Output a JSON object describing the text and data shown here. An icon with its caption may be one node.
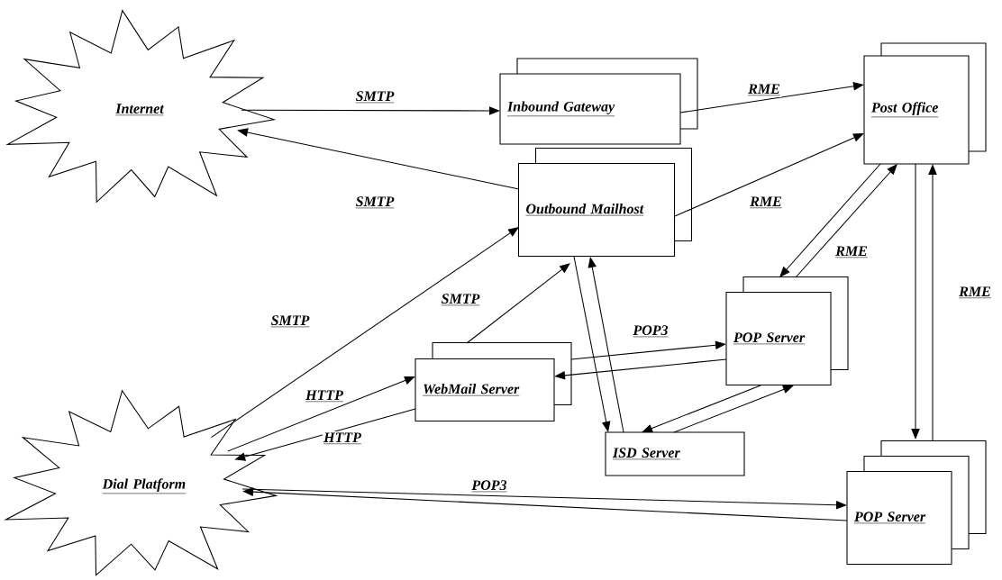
{
  "diagram": {
    "nodes": [
      {
        "text": [
          "Internet"
        ]
      },
      {
        "text": [
          "Inbound Gateway"
        ]
      },
      {
        "text": [
          "Post Office"
        ]
      },
      {
        "text": [
          "Outbound Mailhost"
        ]
      },
      {
        "text": [
          "POP Server"
        ]
      },
      {
        "text": [
          "WebMail Server"
        ]
      },
      {
        "text": [
          "Dial Platform"
        ]
      },
      {
        "text": [
          "ISD Server"
        ]
      },
      {
        "text": [
          "POP Server"
        ]
      }
    ],
    "edges": [
      {
        "from": 0,
        "to": 1,
        "arrow": "to",
        "label": "SMTP"
      },
      {
        "from": 1,
        "to": 2,
        "arrow": "to",
        "label": "RME"
      },
      {
        "from": 3,
        "to": 0,
        "arrow": "to",
        "label": "SMTP"
      },
      {
        "from": 3,
        "to": 2,
        "arrow": "to",
        "label": "RME"
      },
      {
        "from": 2,
        "to": 4,
        "arrow": "to"
      },
      {
        "from": 4,
        "to": 2,
        "arrow": "to",
        "label": "RME"
      },
      {
        "from": 2,
        "to": 8,
        "arrow": "to"
      },
      {
        "from": 8,
        "to": 2,
        "arrow": "to",
        "label": "RME"
      },
      {
        "from": 6,
        "to": 3,
        "arrow": "to",
        "label": "SMTP"
      },
      {
        "from": 5,
        "to": 3,
        "arrow": "to",
        "label": "SMTP"
      },
      {
        "from": 5,
        "to": 4,
        "arrow": "to",
        "label": "POP3"
      },
      {
        "from": 4,
        "to": 5,
        "arrow": "to"
      },
      {
        "from": 3,
        "to": 7,
        "arrow": "to"
      },
      {
        "from": 7,
        "to": 3,
        "arrow": "to"
      },
      {
        "from": 7,
        "to": 4,
        "arrow": "to"
      },
      {
        "from": 4,
        "to": 7,
        "arrow": "to"
      },
      {
        "from": 6,
        "to": 5,
        "arrow": "to",
        "label": "HTTP"
      },
      {
        "from": 5,
        "to": 6,
        "arrow": "to",
        "label": "HTTP"
      },
      {
        "from": 6,
        "to": 8,
        "arrow": "to",
        "label": "POP3"
      },
      {
        "from": 8,
        "to": 6,
        "arrow": "to"
      }
    ]
  }
}
